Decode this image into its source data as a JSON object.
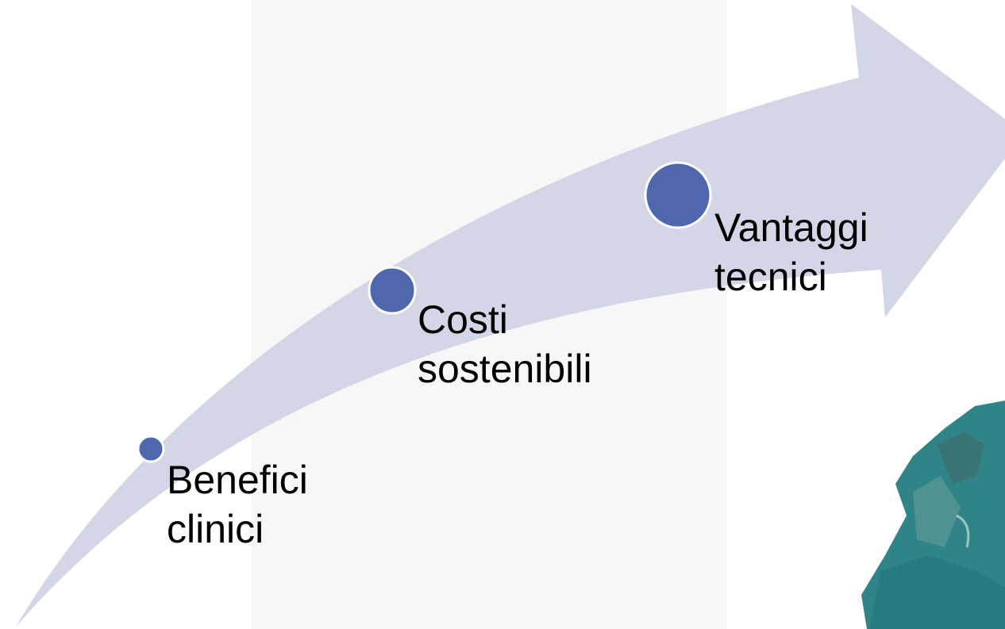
{
  "diagram": {
    "colors": {
      "arrow_fill": "#d3d6e6",
      "marker_fill": "#4e67ad",
      "marker_stroke": "#ffffff",
      "panel_fill": "#f7f7f8",
      "photo_teal": "#2f8487"
    },
    "steps": [
      {
        "line1": "Benefici",
        "line2": "clinici"
      },
      {
        "line1": "Costi",
        "line2": "sostenibili"
      },
      {
        "line1": "Vantaggi",
        "line2": "tecnici"
      }
    ],
    "decorative_image": "teal-photo-corner"
  }
}
